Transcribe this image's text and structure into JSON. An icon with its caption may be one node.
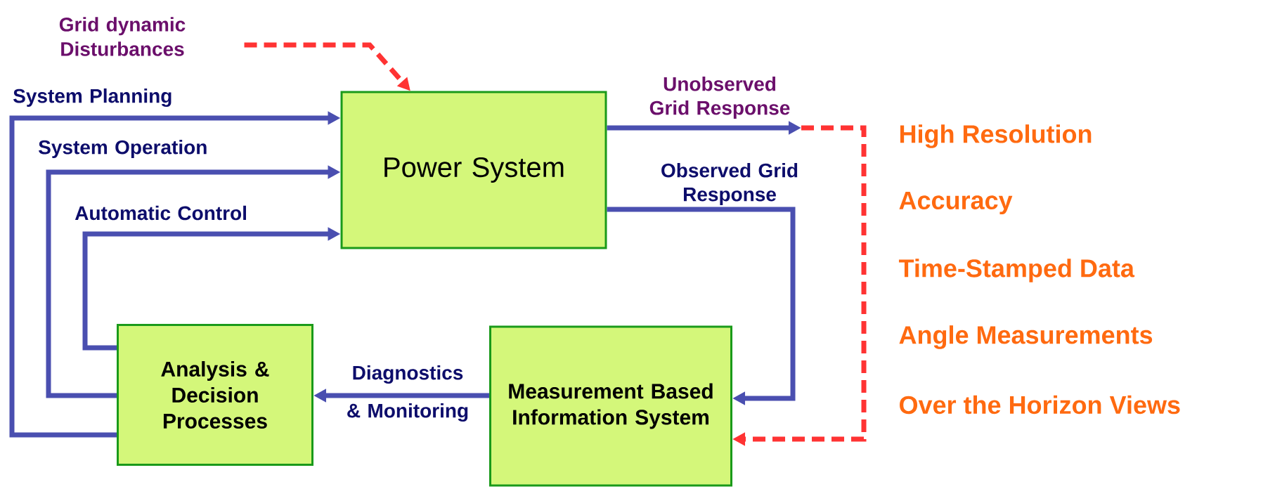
{
  "diagram": {
    "nodes": [
      {
        "text": [
          "Grid dynamic Disturbances"
        ]
      },
      {
        "text": [
          "Power System"
        ]
      },
      {
        "text": [
          "Analysis & Decision Processes"
        ]
      },
      {
        "text": [
          "Measurement Based Information System"
        ]
      }
    ],
    "edges": [
      {
        "from": 2,
        "to": 1,
        "arrow": "to",
        "label": "System Planning"
      },
      {
        "from": 2,
        "to": 1,
        "arrow": "to",
        "label": "System Operation"
      },
      {
        "from": 2,
        "to": 1,
        "arrow": "to",
        "label": "Automatic Control"
      },
      {
        "from": 0,
        "to": 1,
        "arrow": "to",
        "style": "dashed",
        "color": "#ff3333"
      },
      {
        "from": 1,
        "to": null,
        "arrow": "to",
        "label": "Unobserved Grid Response"
      },
      {
        "from": null,
        "to": 3,
        "arrow": "to",
        "style": "dashed",
        "color": "#ff3333"
      },
      {
        "from": 1,
        "to": 3,
        "arrow": "to",
        "label": "Observed Grid Response"
      },
      {
        "from": 3,
        "to": 2,
        "arrow": "to",
        "label": "Diagnostics & Monitoring"
      }
    ],
    "labels": [
      "High Resolution",
      "Accuracy",
      "Time-Stamped Data",
      "Angle Measurements",
      "Over the Horizon Views"
    ]
  }
}
